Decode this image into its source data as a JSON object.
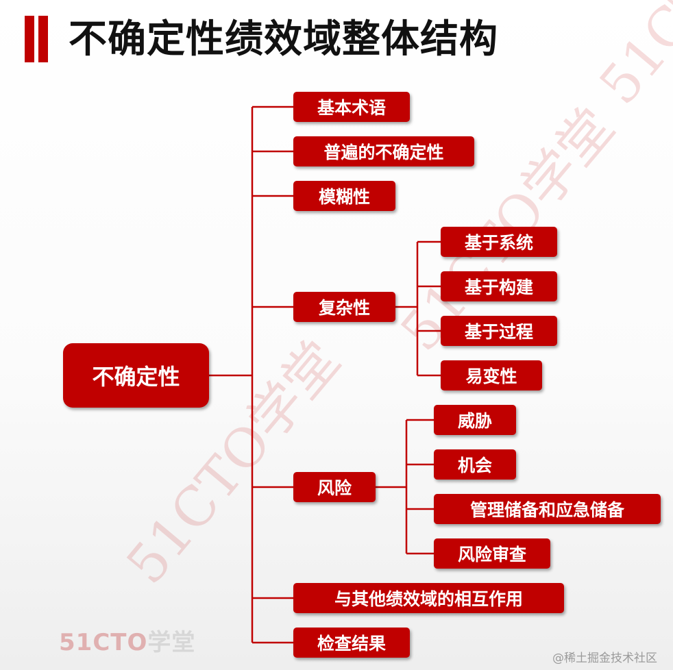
{
  "title": "不确定性绩效域整体结构",
  "root": "不确定性",
  "branches": {
    "b1": "基本术语",
    "b2": "普遍的不确定性",
    "b3": "模糊性",
    "b4": "复杂性",
    "b5": "风险",
    "b6": "与其他绩效域的相互作用",
    "b7": "检查结果"
  },
  "complexity_children": [
    "基于系统",
    "基于构建",
    "基于过程",
    "易变性"
  ],
  "risk_children": [
    "威胁",
    "机会",
    "管理储备和应急储备",
    "风险审查"
  ],
  "watermark": "51CTO学堂",
  "logo": {
    "part1": "51CTO",
    "part2": "学堂"
  },
  "credit": "@稀土掘金技术社区",
  "colors": {
    "accent": "#c00000",
    "node_text": "#ffffff",
    "title_text": "#111111"
  }
}
